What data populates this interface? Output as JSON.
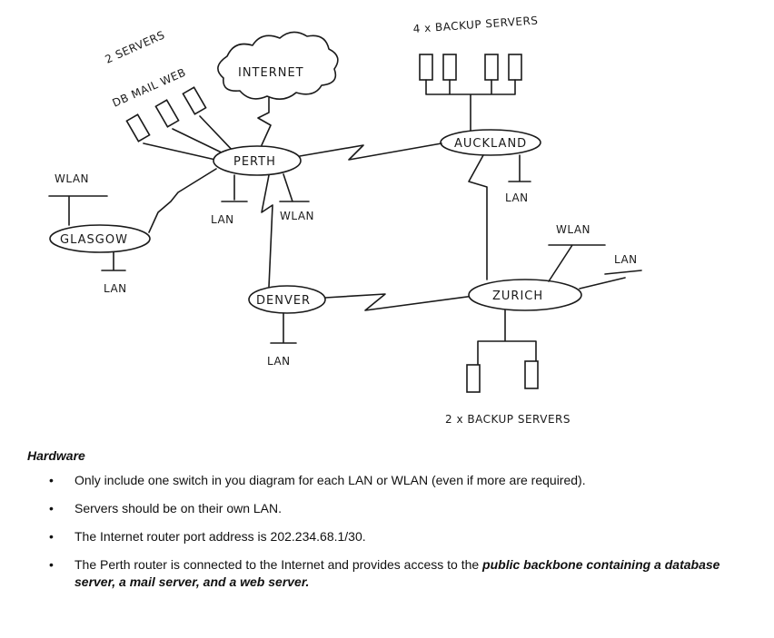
{
  "diagram": {
    "labels": {
      "two_servers": "2 SERVERS",
      "db_mail_web": "DB MAIL WEB",
      "internet": "INTERNET",
      "four_backup": "4 x BACKUP SERVERS",
      "perth": "PERTH",
      "auckland": "AUCKLAND",
      "glasgow": "GLASGOW",
      "denver": "DENVER",
      "zurich": "ZURICH",
      "wlan_glasgow": "WLAN",
      "lan_glasgow": "LAN",
      "lan_perth": "LAN",
      "wlan_perth": "WLAN",
      "lan_auckland": "LAN",
      "wlan_zurich": "WLAN",
      "lan_zurich": "LAN",
      "lan_denver": "LAN",
      "two_backup": "2 x BACKUP SERVERS"
    }
  },
  "notes": {
    "heading": "Hardware",
    "b1": "Only include one switch in you diagram for each LAN or WLAN (even if more are required).",
    "b2": "Servers should be on their own LAN.",
    "b3": "The Internet router port address is 202.234.68.1/30.",
    "b4_pre": "The Perth router is connected to the Internet and provides access to the ",
    "b4_bold": "public backbone containing a database server, a mail server, and a web server."
  }
}
